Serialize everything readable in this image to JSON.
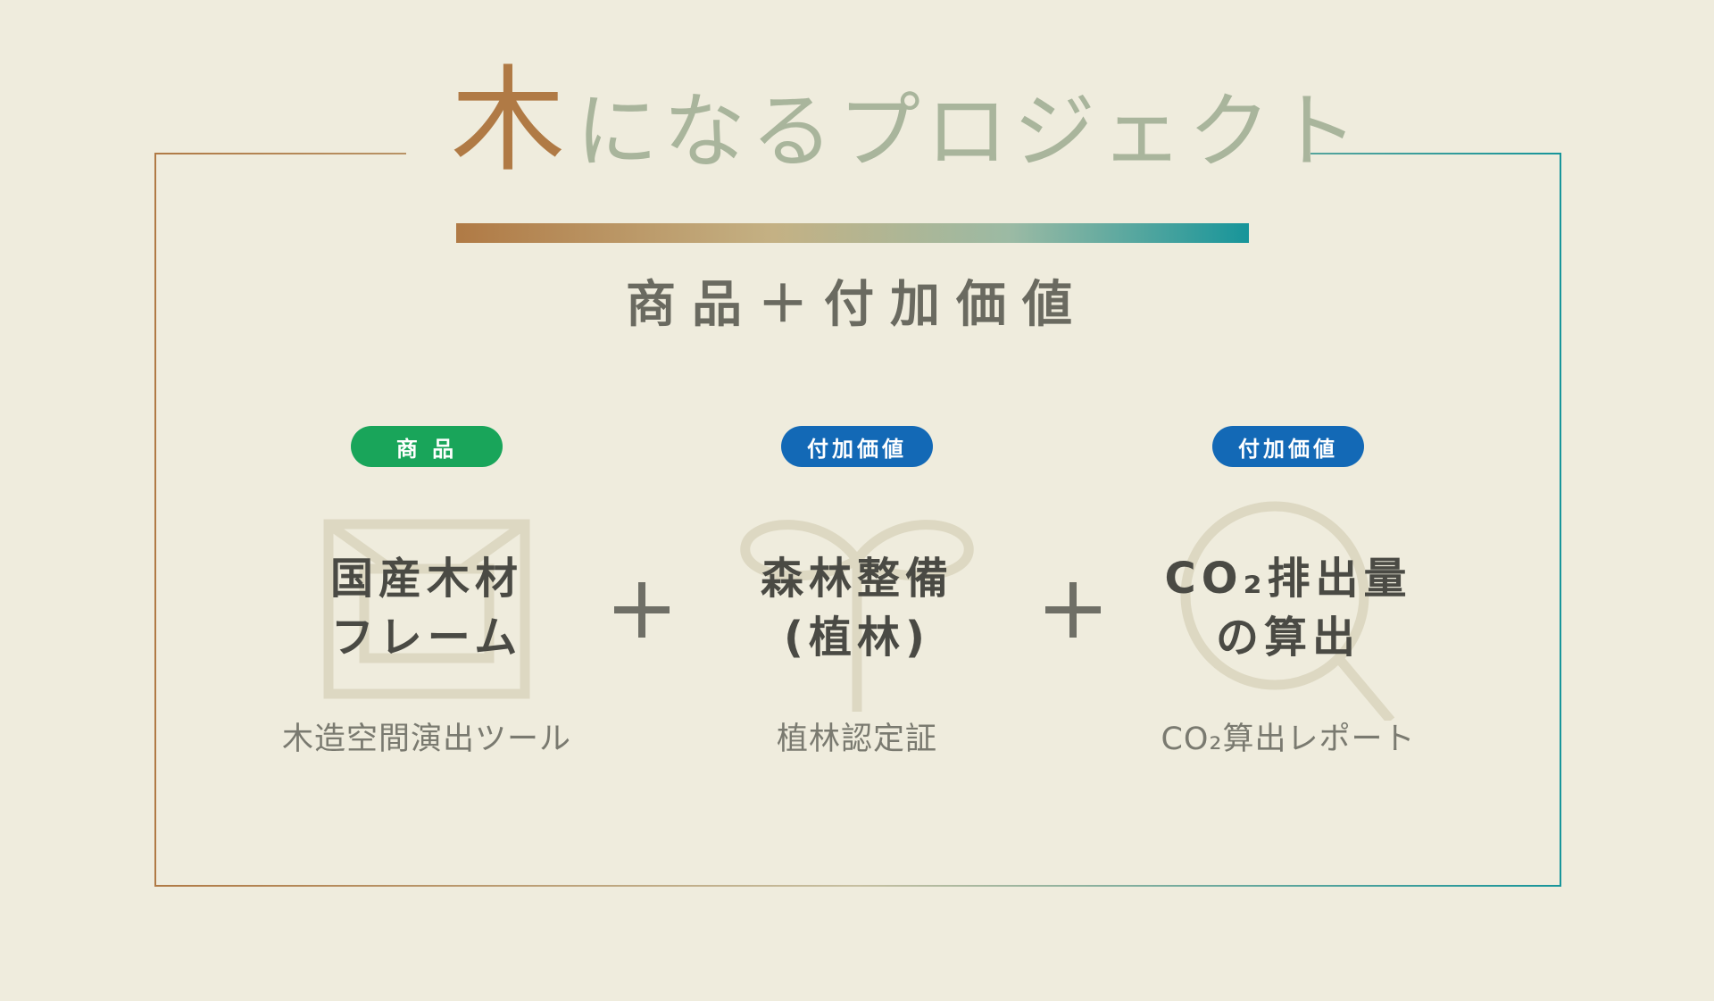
{
  "title": {
    "ki": "木",
    "rest": "になるプロジェクト"
  },
  "subtitle": "商品＋付加価値",
  "colors": {
    "background": "#efecdd",
    "accent_brown": "#b07a45",
    "accent_teal": "#17959a",
    "badge_green": "#19a55a",
    "badge_blue": "#1369b6"
  },
  "items": [
    {
      "badge": "商 品",
      "badge_color": "green",
      "line1": "国産木材",
      "line2": "フレーム",
      "sub": "木造空間演出ツール",
      "icon": "frame-icon"
    },
    {
      "badge": "付加価値",
      "badge_color": "blue",
      "line1": "森林整備",
      "line2": "(植林)",
      "sub": "植林認定証",
      "icon": "sprout-icon"
    },
    {
      "badge": "付加価値",
      "badge_color": "blue",
      "line1": "CO₂排出量",
      "line2": "の算出",
      "sub": "CO₂算出レポート",
      "icon": "magnifier-icon"
    }
  ],
  "plus_icon": "plus-icon"
}
